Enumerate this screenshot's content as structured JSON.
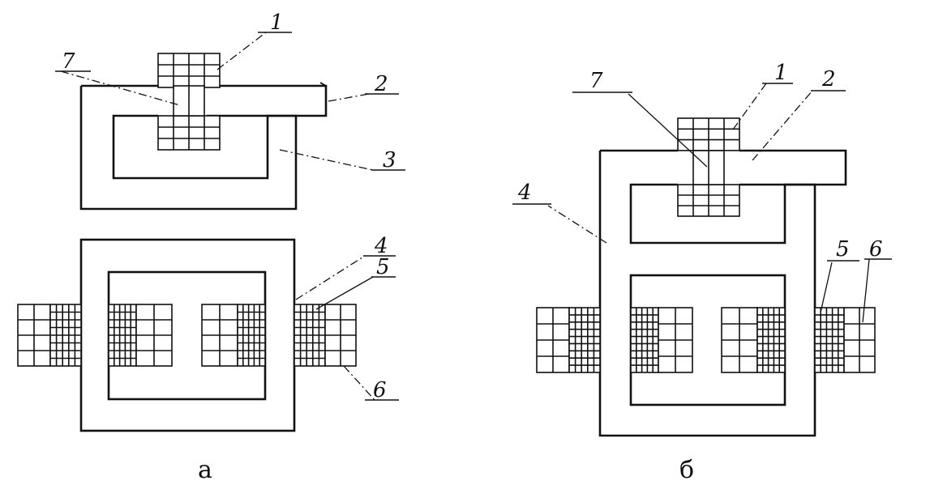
{
  "figures": [
    {
      "id": "a",
      "caption": "а",
      "callouts": [
        "1",
        "2",
        "3",
        "4",
        "5",
        "6",
        "7"
      ]
    },
    {
      "id": "b",
      "caption": "б",
      "callouts": [
        "1",
        "2",
        "4",
        "5",
        "6",
        "7"
      ]
    }
  ],
  "colors": {
    "ink": "#111111",
    "paper": "#ffffff"
  }
}
